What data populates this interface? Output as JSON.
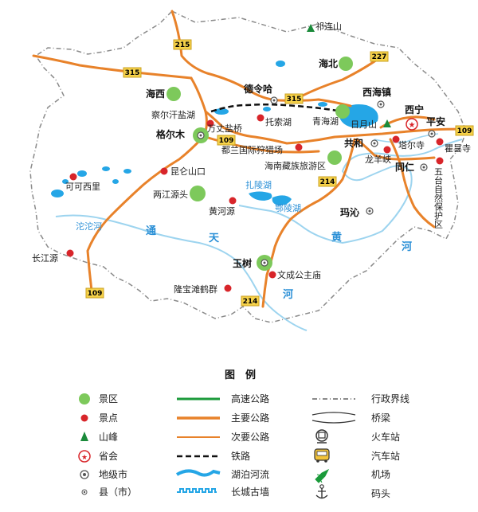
{
  "map": {
    "colors": {
      "road_major": "#e8822a",
      "expressway": "#1a9a3a",
      "scenic_area": "#7dc95b",
      "attraction": "#d8252a",
      "water": "#25a6e6",
      "river": "#9dd4ef",
      "border": "#8a8a8a"
    },
    "places": {
      "qilianshan": "祁连山",
      "haibei": "海北",
      "haixi": "海西",
      "delingha": "德令哈",
      "xihaizhen": "西海镇",
      "chaerhan": "察尔汗盐湖",
      "wanzhangyanqiao": "万丈盐桥",
      "tuosuohu": "托索湖",
      "qinghaihu": "青海湖",
      "riyueshan": "日月山",
      "xining": "西宁",
      "pingan": "平安",
      "geermu": "格尔木",
      "dulan": "都兰国际狩猎场",
      "haiban": "海南藏族旅游区",
      "gonghe": "共和",
      "taersi": "塔尔寺",
      "qutansi": "瞿昙寺",
      "longyangxia": "龙羊峡",
      "tongren": "同仁",
      "wuzhi": "五台自然保护区",
      "kekexili": "可可西里",
      "kunlunshankou": "昆仑山口",
      "liangjiangyuantou": "两江源头",
      "huangheyuan": "黄河源",
      "zhalinghu": "扎陵湖",
      "elinghu": "鄂陵湖",
      "maqin": "玛沁",
      "tuotuohe": "沱沱河",
      "changjiangyuan": "长江源",
      "yushu": "玉树",
      "wenchenggongzhu": "文成公主庙",
      "longbao": "隆宝滩鹤群",
      "tongtian_1": "通",
      "tongtian_2": "天",
      "tongtian_3": "河",
      "huanghe_1": "黄",
      "huanghe_2": "河"
    },
    "road_shields": {
      "r215a": "215",
      "r315a": "315",
      "r227": "227",
      "r315b": "315",
      "r109a": "109",
      "r109b": "109",
      "r214a": "214",
      "r214b": "214",
      "r109c": "109"
    }
  },
  "legend": {
    "title": "图　例",
    "items": {
      "scenic_area": "景区",
      "attraction": "景点",
      "peak": "山峰",
      "capital": "省会",
      "prefecture_city": "地级市",
      "county_city": "县（市）",
      "expressway": "高速公路",
      "major_road": "主要公路",
      "minor_road": "次要公路",
      "railway": "铁路",
      "lake_river": "湖泊河流",
      "great_wall": "长城古墙",
      "admin_border": "行政界线",
      "bridge": "桥梁",
      "train_station": "火车站",
      "bus_station": "汽车站",
      "airport": "机场",
      "dock": "码头"
    }
  }
}
